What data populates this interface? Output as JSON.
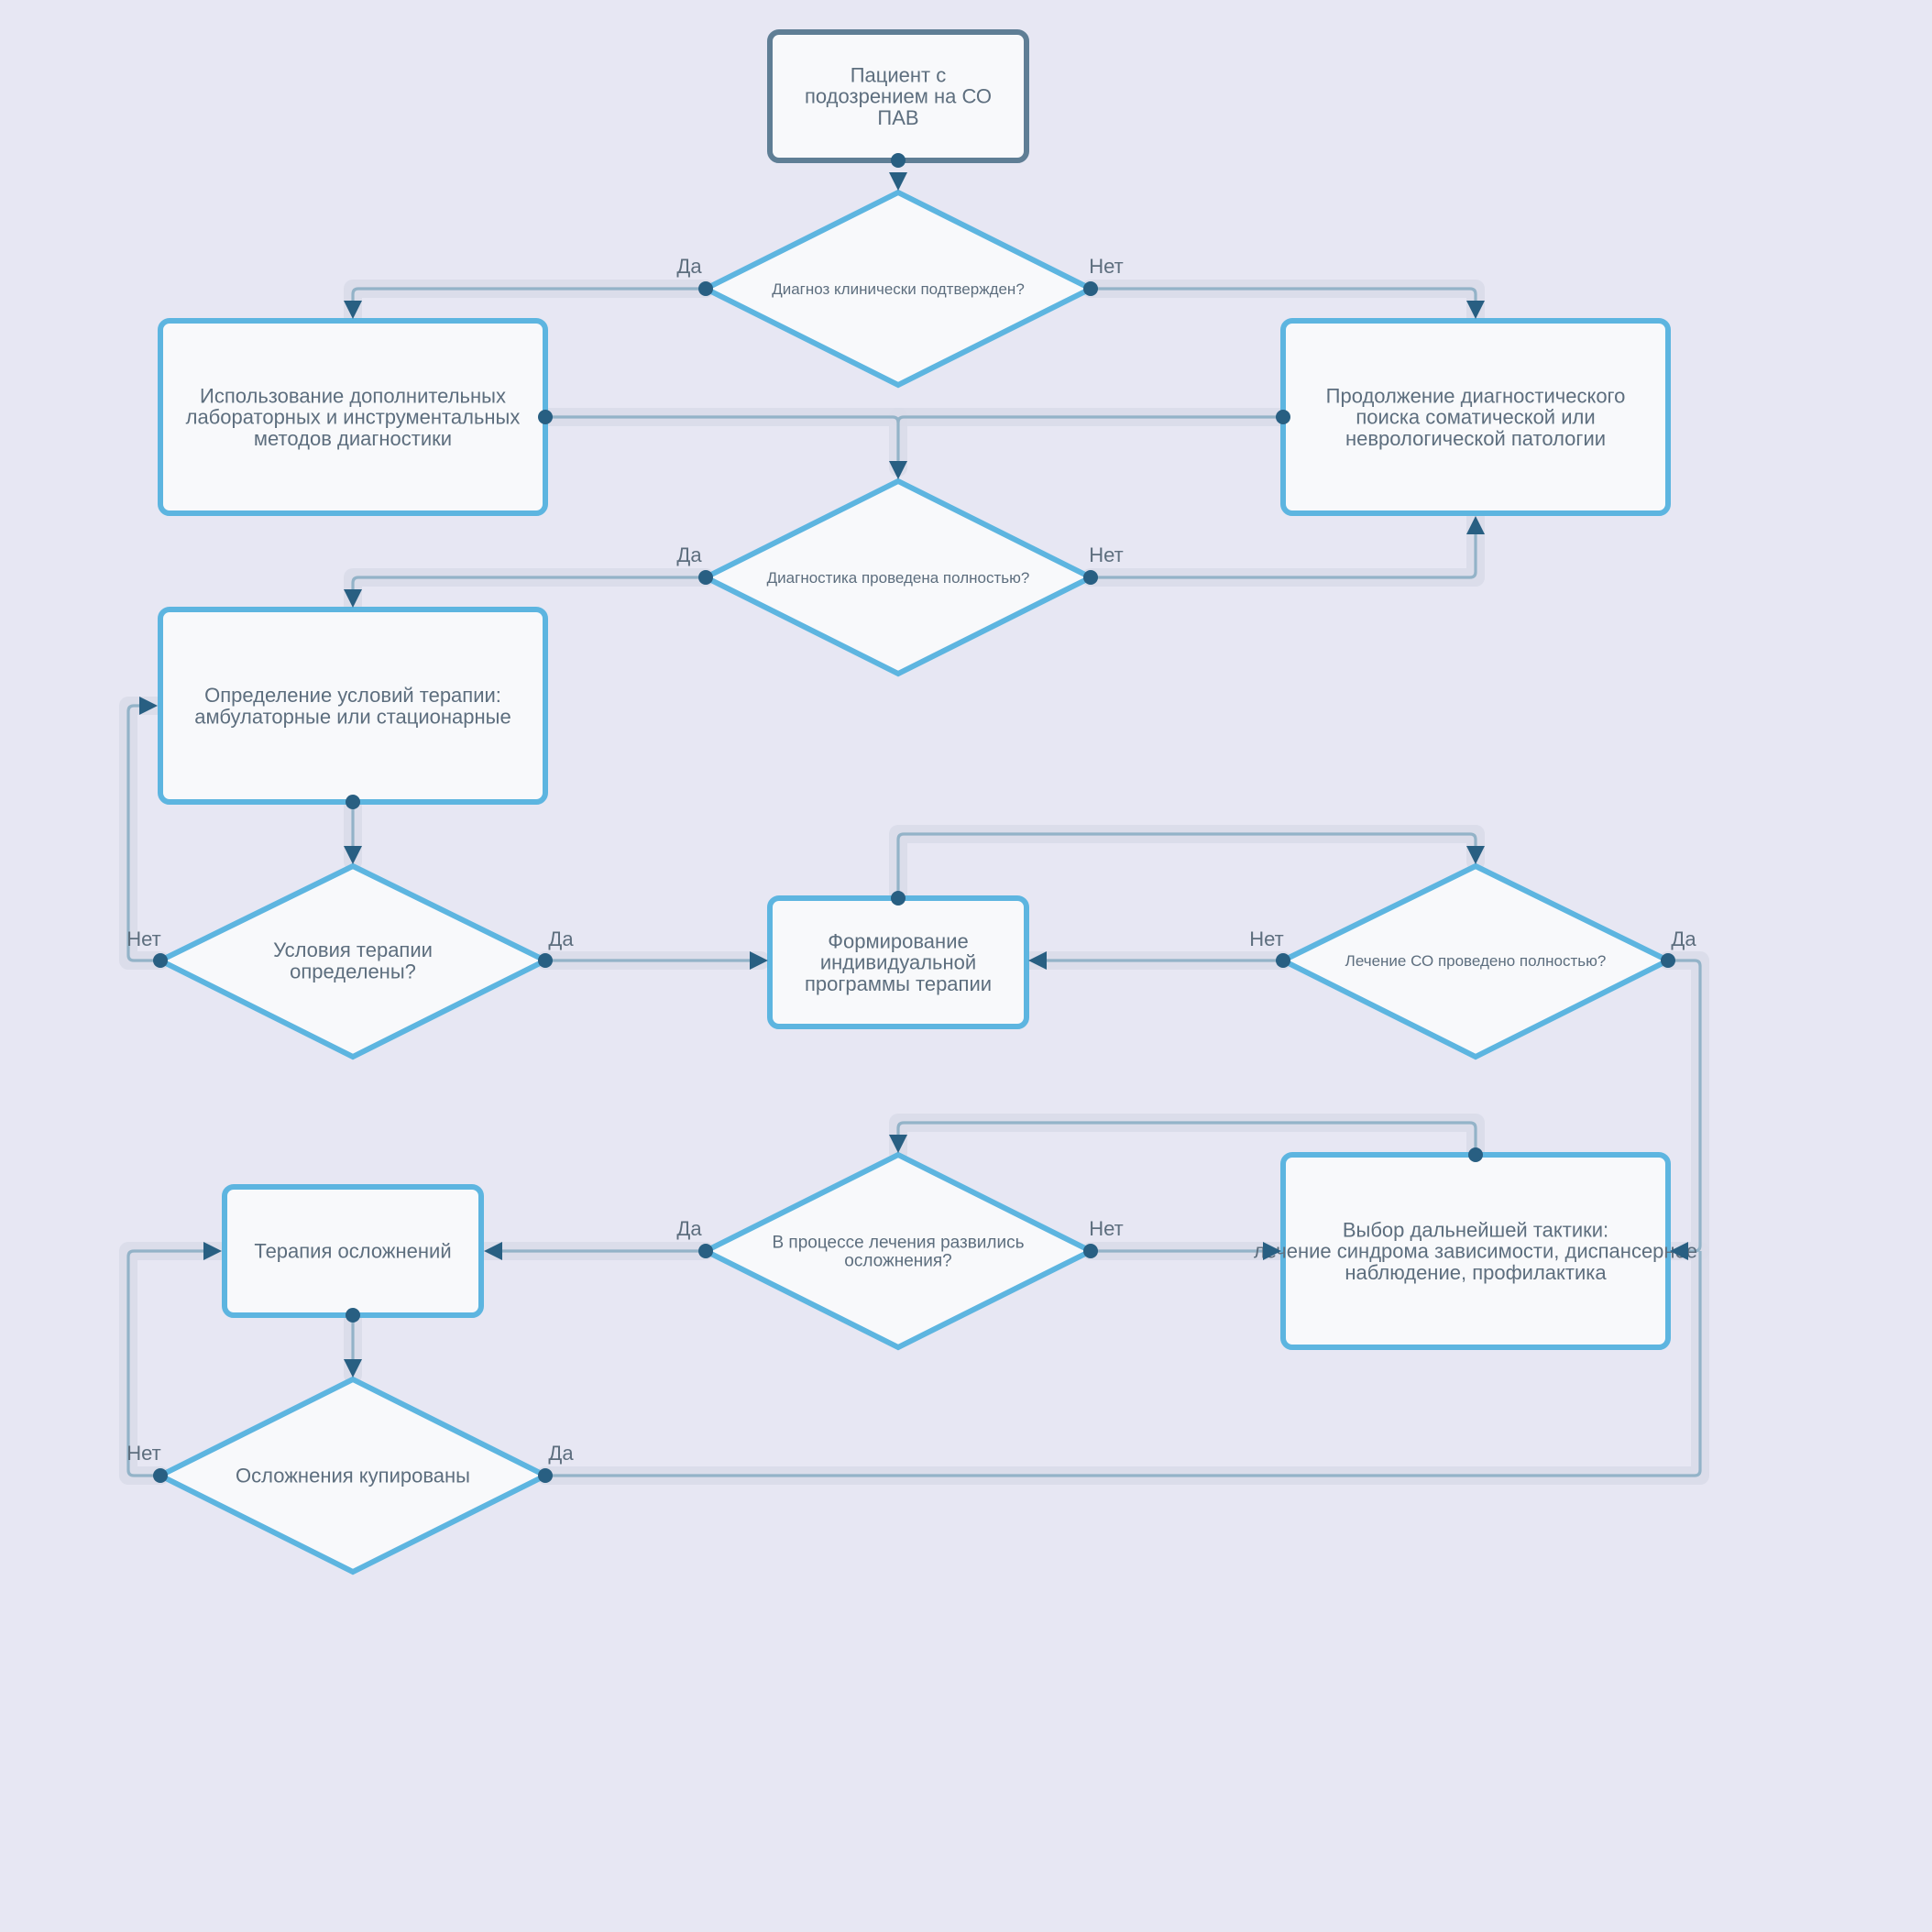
{
  "nodes": {
    "start": "Пациент с подозрением на СО ПАВ",
    "d1": "Диагноз клинически подтвержден?",
    "extra": "Использование дополнительных лабораторных и инструментальных методов диагностики",
    "search": "Продолжение диагностического поиска соматической или неврологической патологии",
    "d2": "Диагностика проведена полностью?",
    "cond": "Определение условий терапии: амбулаторные или стационарные",
    "d3": "Условия терапии определены?",
    "prog": "Формирование индивидуальной программы терапии",
    "d4": "Лечение СО проведено полностью?",
    "tact": "Выбор дальнейшей тактики: лечение синдрома зависимости, диспансерное наблюдение, профилактика",
    "d5": "В процессе лечения развились осложнения?",
    "comp": "Терапия осложнений",
    "d6": "Осложнения купированы"
  },
  "labels": {
    "yes": "Да",
    "no": "Нет"
  },
  "colors": {
    "background": "#e7e7f3",
    "node_fill": "#f8f9fb",
    "node_stroke": "#5db5e0",
    "start_stroke": "#5f7e95",
    "edge": "#93b3c8",
    "edge_halo": "#d9dbe9",
    "marker": "#285f82",
    "text": "#5d6e7e"
  }
}
